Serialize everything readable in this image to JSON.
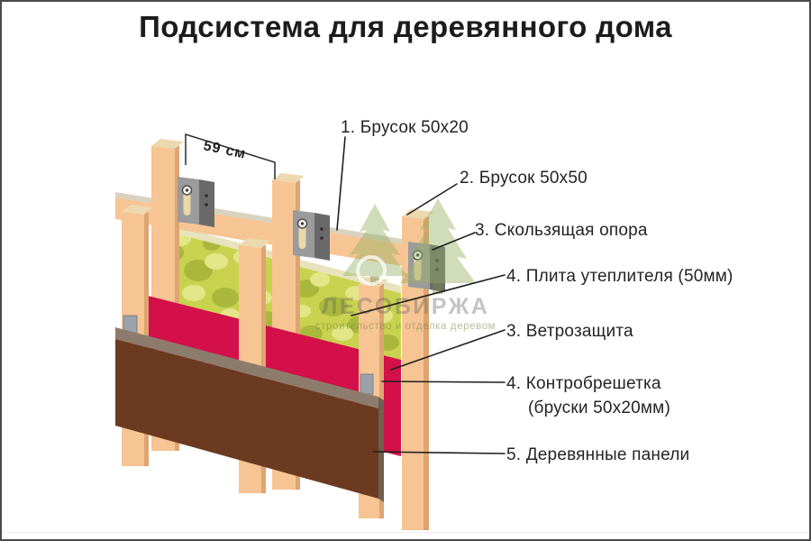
{
  "page": {
    "title": "Подсистема для деревянного дома"
  },
  "diagram": {
    "dimension_label": "59 см",
    "callouts": [
      {
        "label": "1. Брусок 50x20"
      },
      {
        "label": "2. Брусок 50x50"
      },
      {
        "label": "3. Скользящая опора"
      },
      {
        "label": "4. Плита утеплителя (50мм)"
      },
      {
        "label": "3. Ветрозащита"
      },
      {
        "label": "4. Контробрешетка",
        "label_line2": "(бруски 50x20мм)"
      },
      {
        "label": "5. Деревянные панели"
      }
    ]
  },
  "watermark": {
    "name": "ЛЕСОБИРЖА",
    "tagline": "строительство и отделка деревом"
  },
  "palette": {
    "frame": "#4A4A4A",
    "title_text": "#1C1C1C",
    "label_text": "#242424",
    "leader_line": "#1F1F1F",
    "wood_front": "#F7C493",
    "wood_side": "#DEA571",
    "wood_top": "#EDD9B0",
    "batten_top": "#D8D2BF",
    "bracket_front": "#9B9B9B",
    "bracket_side": "#696969",
    "bracket_slot": "#E9D8AA",
    "insulation": "#C9D24F",
    "insulation_dark": "#A9B83C",
    "insulation_light": "#E2E687",
    "insulation_top": "#E8E3BC",
    "windbreak_red": "#D31049",
    "panel_brown": "#6B3A21",
    "panel_top": "#8D7C6C",
    "panel_side": "#6D604F",
    "clip_gray": "#9AA2AB",
    "watermark_green": "rgba(151,177,102,0.45)",
    "watermark_text": "rgba(100,100,100,0.38)",
    "watermark_tagline": "rgba(110,130,60,0.5)"
  }
}
